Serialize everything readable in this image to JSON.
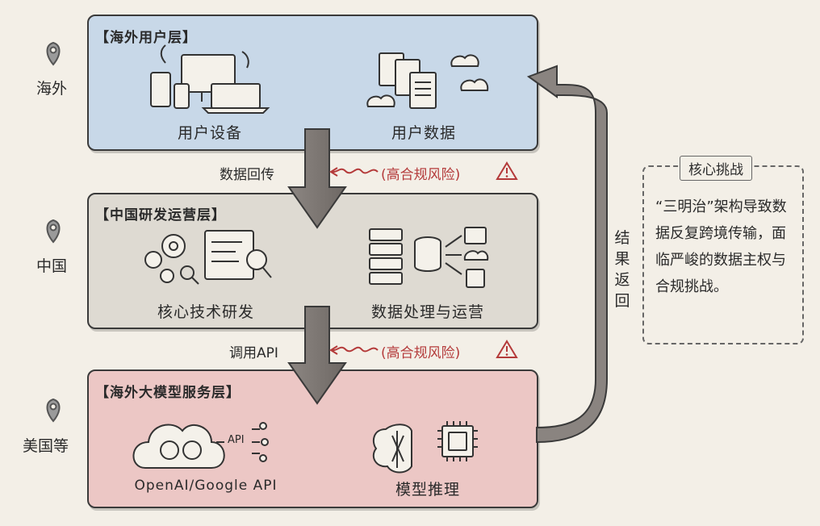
{
  "layers": {
    "overseas_user": {
      "title": "【海外用户层】",
      "left_caption": "用户设备",
      "right_caption": "用户数据",
      "region": "海外",
      "color": "#c8d8e8"
    },
    "china_rd": {
      "title": "【中国研发运营层】",
      "left_caption": "核心技术研发",
      "right_caption": "数据处理与运营",
      "region": "中国",
      "color": "#dedad2"
    },
    "overseas_model": {
      "title": "【海外大模型服务层】",
      "left_caption": "OpenAI/Google API",
      "right_caption": "模型推理",
      "region": "美国等",
      "color": "#ecc7c5",
      "api_label": "API"
    }
  },
  "flows": {
    "data_return": {
      "label": "数据回传",
      "risk": "(高合规风险)"
    },
    "call_api": {
      "label": "调用API",
      "risk": "(高合规风险)"
    },
    "result_return": {
      "label": "结果返回"
    }
  },
  "challenge": {
    "title": "核心挑战",
    "text": "“三明治”架构导致数据反复跨境传输，面临严峻的数据主权与合规挑战。"
  },
  "colors": {
    "risk": "#b43a3a",
    "arrow": "#7a7470",
    "outline": "#3a3a3a"
  }
}
